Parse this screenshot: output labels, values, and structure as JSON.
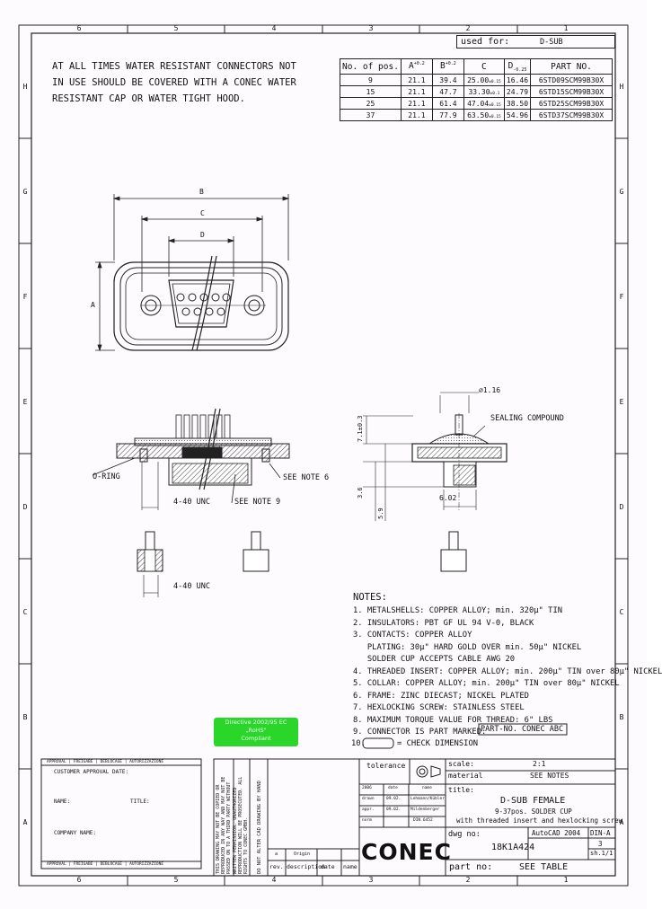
{
  "border": {
    "columns": [
      "6",
      "5",
      "4",
      "3",
      "2",
      "1"
    ],
    "rows": [
      "H",
      "G",
      "F",
      "E",
      "D",
      "C",
      "B",
      "A"
    ]
  },
  "used_for": {
    "label": "used for:",
    "value": "D-SUB"
  },
  "warning": [
    "AT ALL TIMES WATER RESISTANT CONNECTORS NOT",
    "IN USE SHOULD BE COVERED WITH A CONEC WATER",
    "RESISTANT CAP OR WATER TIGHT HOOD."
  ],
  "parts_table": {
    "headers": [
      "No. of pos.",
      "A",
      "B",
      "C",
      "D",
      "PART NO."
    ],
    "header_tol": {
      "A": "+0.2",
      "B": "+0.2",
      "D": "-0.25"
    },
    "rows": [
      {
        "pos": "9",
        "A": "21.1",
        "B": "39.4",
        "C": "25.00",
        "C_tol": "±0.15",
        "D": "16.46",
        "part": "6STD09SCM99B30X"
      },
      {
        "pos": "15",
        "A": "21.1",
        "B": "47.7",
        "C": "33.30",
        "C_tol": "±0.1",
        "D": "24.79",
        "part": "6STD15SCM99B30X"
      },
      {
        "pos": "25",
        "A": "21.1",
        "B": "61.4",
        "C": "47.04",
        "C_tol": "±0.15",
        "D": "38.50",
        "part": "6STD25SCM99B30X"
      },
      {
        "pos": "37",
        "A": "21.1",
        "B": "77.9",
        "C": "63.50",
        "C_tol": "±0.15",
        "D": "54.96",
        "part": "6STD37SCM99B30X"
      }
    ]
  },
  "dims": {
    "A": "A",
    "B": "B",
    "C": "C",
    "D": "D"
  },
  "callouts": {
    "o_ring": "O-RING",
    "see_note_6": "SEE NOTE 6",
    "see_note_9": "SEE NOTE 9",
    "unc1": "4-40 UNC",
    "unc2": "4-40 UNC",
    "dia": "⌀1.16",
    "sealing": "SEALING COMPOUND",
    "dim_71": "7.1±0.3",
    "dim_36": "3.6",
    "dim_59": "5.9",
    "dim_602": "6.02"
  },
  "notes": {
    "title": "NOTES:",
    "items": [
      "1. METALSHELLS: COPPER ALLOY; min. 320µ\" TIN",
      "2. INSULATORS: PBT GF UL 94 V-0, BLACK",
      "3. CONTACTS: COPPER ALLOY",
      "   PLATING: 30µ\" HARD GOLD OVER min. 50µ\" NICKEL",
      "   SOLDER CUP ACCEPTS CABLE AWG 20",
      "4. THREADED INSERT: COPPER ALLOY; min. 200µ\" TIN over 80µ\" NICKEL",
      "5. COLLAR: COPPER ALLOY; min. 200µ\" TIN over 80µ\" NICKEL",
      "6. FRAME: ZINC DIECAST; NICKEL PLATED",
      "7. HEXLOCKING SCREW: STAINLESS STEEL",
      "8. MAXIMUM TORQUE VALUE FOR THREAD: 6\" LBS",
      "9. CONNECTOR IS PART MARKED:"
    ],
    "marking": "PART-NO. CONEC ABC",
    "check_prefix": "10.",
    "check_text": "= CHECK DIMENSION"
  },
  "rohs": {
    "line1": "Directive 2002/95 EC",
    "line2": "„RoHS\"",
    "line3": "Compliant"
  },
  "approval": {
    "top": "APPROVAL | FREIGABE | DEBLOCAGE | AUTORIZZAZIONE",
    "bottom": "APPROVAL | FREIGABE | DEBLOCAGE | AUTORIZZAZIONE",
    "customer_date": "CUSTOMER APPROVAL DATE:",
    "name": "NAME:",
    "title": "TITLE:",
    "company": "COMPANY NAME:"
  },
  "legal": {
    "text": "THIS DRAWING MAY NOT BE COPIED OR REPRODUCED IN ANY WAY AND MAY NOT BE PASSED ON TO A THIRD PARTY WITHOUT WRITTEN PERMISSION. UNAUTHORIZED REPRODUCTION WILL BE PROSECUTED. ALL RIGHTS TO CONEC GMBH.",
    "cad": "DO NOT ALTER CAD DRAWING BY HAND"
  },
  "revisions": {
    "headers": [
      "rev.",
      "description",
      "date",
      "name"
    ],
    "row": {
      "rev": "a",
      "desc": "Origin"
    }
  },
  "title_block": {
    "tolerance": "tolerance",
    "scale_label": "scale:",
    "scale": "2:1",
    "material_label": "material",
    "material": "SEE NOTES",
    "title_label": "title:",
    "title": "D-SUB FEMALE",
    "subtitle1": "9-37pos. SOLDER CUP",
    "subtitle2": "with threaded insert and hexlocking screw",
    "drawn_head": [
      "2006",
      "date",
      "name"
    ],
    "drawn": [
      "drawn",
      "09.02.",
      "Lehmann/Kübler"
    ],
    "appr": [
      "appr.",
      "09.02.",
      "Mildenberger"
    ],
    "norm": [
      "norm",
      "",
      "DIN 6452"
    ],
    "cad": "AutoCAD 2004",
    "din": "DIN-A",
    "din_size": "3",
    "sheet": "sh.1/1",
    "dwg_label": "dwg no:",
    "dwg_no": "18K1A424",
    "part_label": "part no:",
    "part_no": "SEE TABLE",
    "logo": "CONEC"
  },
  "colors": {
    "ink": "#222222",
    "hatch": "#555555",
    "rohs": "#2bd62b"
  }
}
